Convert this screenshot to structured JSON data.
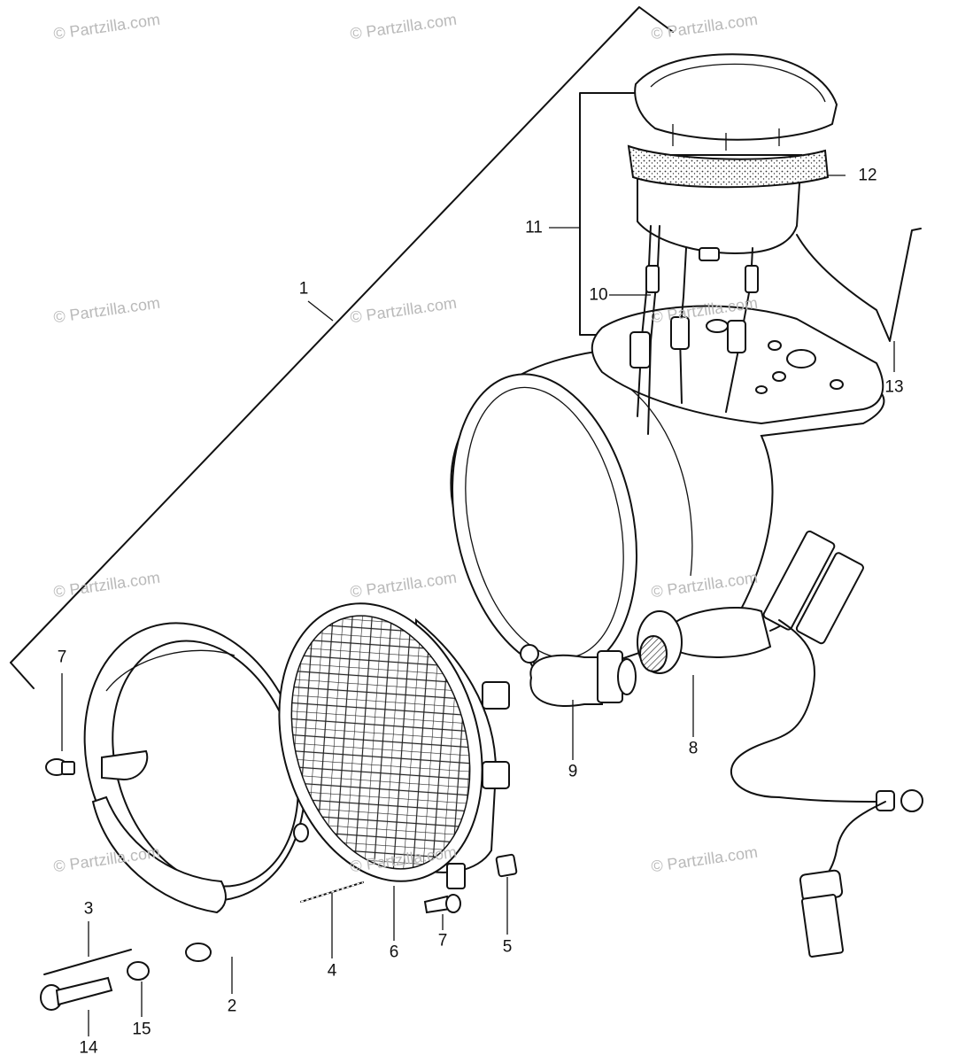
{
  "watermark": "© Partzilla.com",
  "callouts": [
    {
      "id": "1",
      "label": "1"
    },
    {
      "id": "2",
      "label": "2"
    },
    {
      "id": "3",
      "label": "3"
    },
    {
      "id": "4",
      "label": "4"
    },
    {
      "id": "5",
      "label": "5"
    },
    {
      "id": "6",
      "label": "6"
    },
    {
      "id": "7a",
      "label": "7"
    },
    {
      "id": "7b",
      "label": "7"
    },
    {
      "id": "8",
      "label": "8"
    },
    {
      "id": "9",
      "label": "9"
    },
    {
      "id": "10",
      "label": "10"
    },
    {
      "id": "11",
      "label": "11"
    },
    {
      "id": "12",
      "label": "12"
    },
    {
      "id": "13",
      "label": "13"
    },
    {
      "id": "14",
      "label": "14"
    },
    {
      "id": "15",
      "label": "15"
    }
  ]
}
